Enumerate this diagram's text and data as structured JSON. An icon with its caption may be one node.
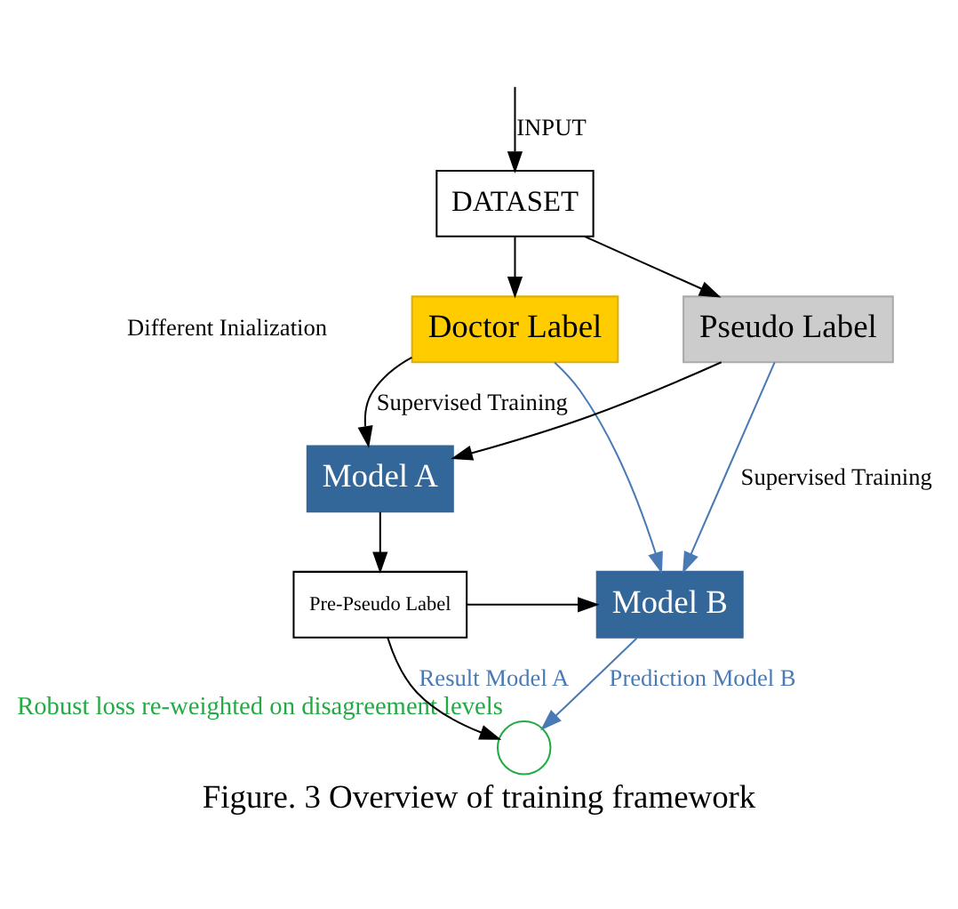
{
  "diagram": {
    "caption": "Figure. 3 Overview of training framework",
    "nodes": [
      {
        "text": [
          "DATASET"
        ]
      },
      {
        "text": [
          "Doctor Label"
        ]
      },
      {
        "text": [
          "Pseudo Label"
        ]
      },
      {
        "text": [
          "Model A"
        ]
      },
      {
        "text": [
          "Model B"
        ]
      },
      {
        "text": [
          "Pre-Pseudo Label"
        ]
      },
      {
        "text": [],
        "shape": "circle",
        "beside": [
          "Robust loss re-weighted on disagreement levels"
        ]
      }
    ],
    "edges": [
      {
        "from": null,
        "to": 0,
        "arrow": "to",
        "label": "INPUT"
      },
      {
        "from": 0,
        "to": 1,
        "arrow": "to"
      },
      {
        "from": 0,
        "to": 2,
        "arrow": "to"
      },
      {
        "from": 1,
        "to": 3,
        "arrow": "to",
        "label": "Supervised Training"
      },
      {
        "from": 2,
        "to": 3,
        "arrow": "to"
      },
      {
        "from": 1,
        "to": 4,
        "arrow": "to",
        "color": "#4a7ab5"
      },
      {
        "from": 2,
        "to": 4,
        "arrow": "to",
        "color": "#4a7ab5",
        "label": "Supervised Training"
      },
      {
        "from": 3,
        "to": 5,
        "arrow": "to"
      },
      {
        "from": 5,
        "to": 4,
        "arrow": "to"
      },
      {
        "from": 5,
        "to": 6,
        "arrow": "to",
        "label": "Result Model A"
      },
      {
        "from": 4,
        "to": 6,
        "arrow": "to",
        "color": "#4a7ab5",
        "label": "Prediction Model B"
      }
    ],
    "labels": [
      "Different Inialization"
    ]
  }
}
